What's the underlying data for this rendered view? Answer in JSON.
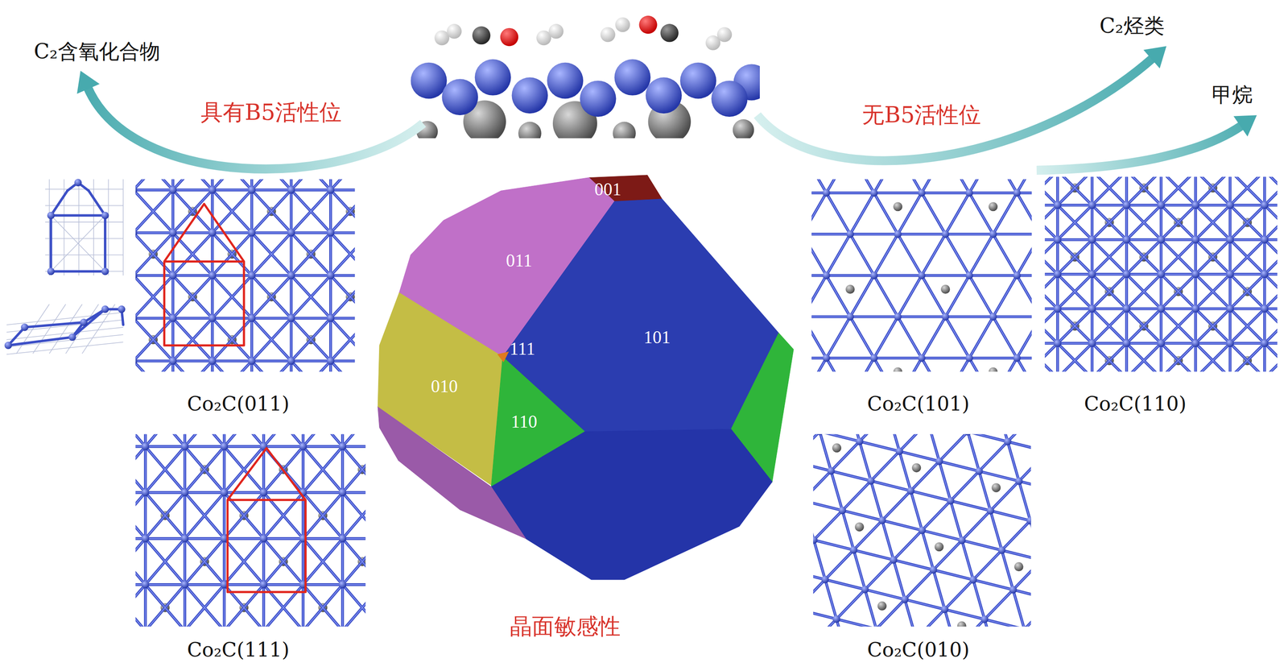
{
  "diagram": {
    "labels": [
      "C₂含氧化合物",
      "具有B5活性位",
      "无B5活性位",
      "C₂烃类",
      "甲烷",
      "001",
      "011",
      "111",
      "010",
      "110",
      "101",
      "Co₂C(011)",
      "Co₂C(111)",
      "Co₂C(101)",
      "Co₂C(110)",
      "Co₂C(010)",
      "晶面敏感性"
    ]
  }
}
